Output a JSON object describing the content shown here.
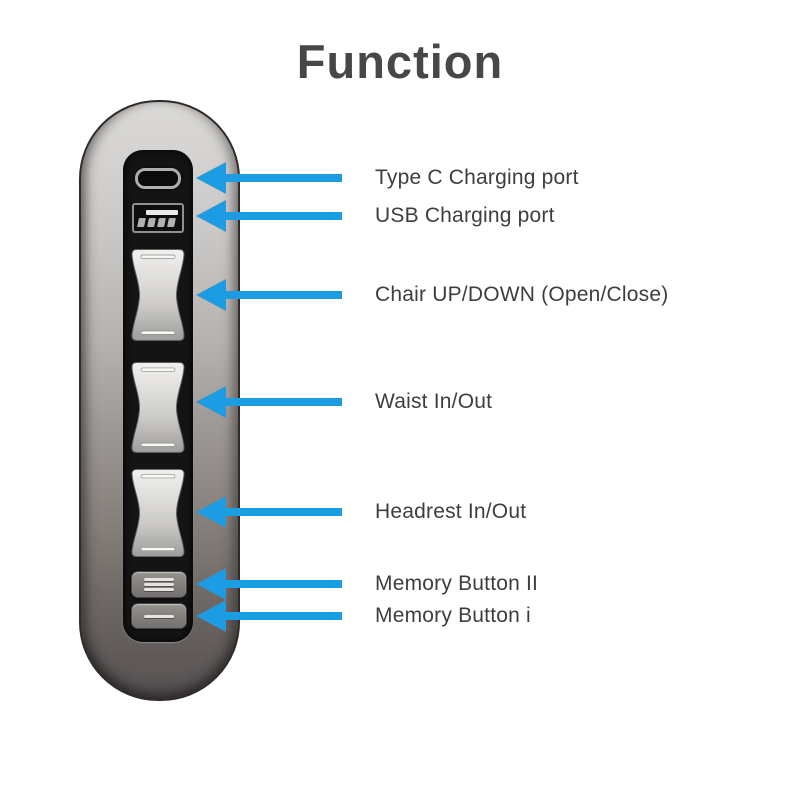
{
  "title": "Function",
  "colors": {
    "arrow": "#1b9ce3",
    "title_text": "#474747",
    "label_text": "#3e3e3e"
  },
  "annotations": [
    {
      "label": "Type C Charging port"
    },
    {
      "label": "USB Charging port"
    },
    {
      "label": "Chair UP/DOWN (Open/Close)"
    },
    {
      "label": "Waist In/Out"
    },
    {
      "label": "Headrest In/Out"
    },
    {
      "label": "Memory Button II"
    },
    {
      "label": "Memory Button i"
    }
  ]
}
